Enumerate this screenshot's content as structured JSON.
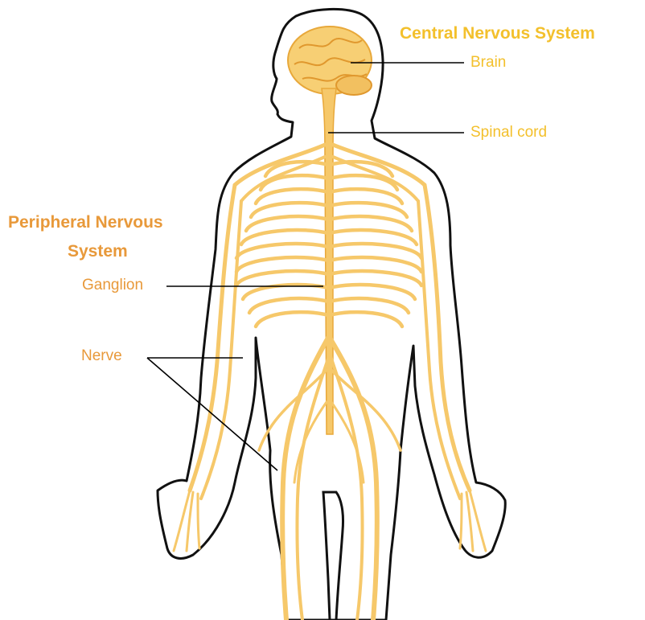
{
  "colors": {
    "central": "#f3c02c",
    "peripheral": "#e8993a",
    "nerve_fill": "#f6c86a",
    "brain_fill": "#f7cf74",
    "outline": "#111111",
    "leader": "#000000"
  },
  "central": {
    "title": "Central Nervous System",
    "brain": "Brain",
    "spinal_cord": "Spinal cord"
  },
  "peripheral": {
    "title_line1": "Peripheral Nervous",
    "title_line2": "System",
    "ganglion": "Ganglion",
    "nerve": "Nerve"
  }
}
